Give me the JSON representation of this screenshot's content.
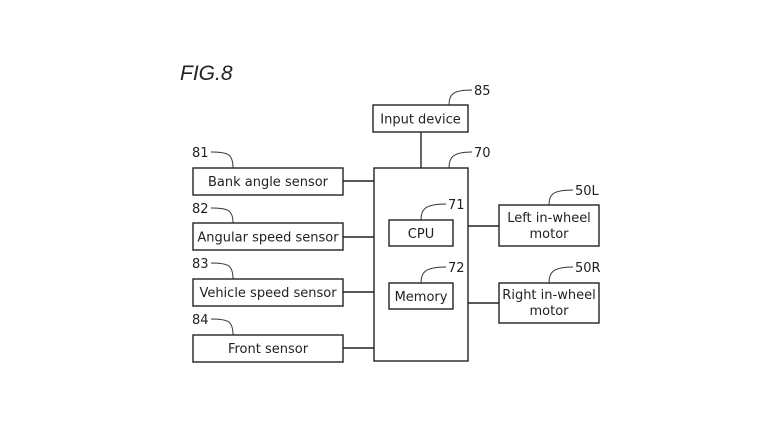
{
  "figure_label": "FIG.8",
  "blocks": {
    "input_device": {
      "label": "Input device",
      "ref": "85"
    },
    "controller": {
      "ref": "70"
    },
    "cpu": {
      "label": "CPU",
      "ref": "71"
    },
    "memory": {
      "label": "Memory",
      "ref": "72"
    },
    "bank_angle_sensor": {
      "label": "Bank angle sensor",
      "ref": "81"
    },
    "angular_speed_sensor": {
      "label": "Angular speed sensor",
      "ref": "82"
    },
    "vehicle_speed_sensor": {
      "label": "Vehicle speed sensor",
      "ref": "83"
    },
    "front_sensor": {
      "label": "Front sensor",
      "ref": "84"
    },
    "left_motor": {
      "label_line1": "Left in-wheel",
      "label_line2": "motor",
      "ref": "50L"
    },
    "right_motor": {
      "label_line1": "Right in-wheel",
      "label_line2": "motor",
      "ref": "50R"
    }
  }
}
